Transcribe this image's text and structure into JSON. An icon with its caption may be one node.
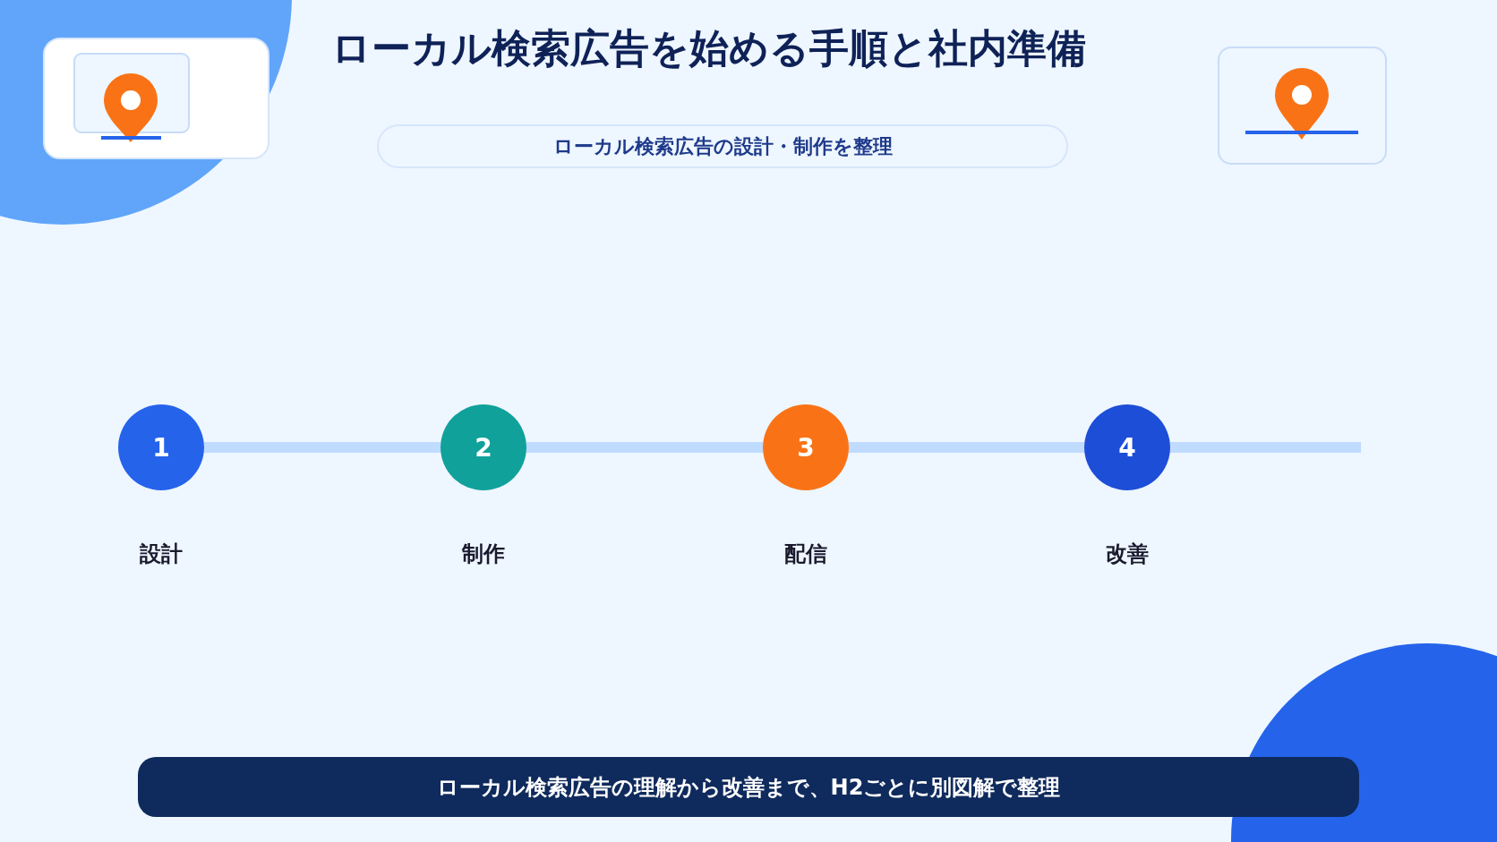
{
  "diagram": {
    "title": "ローカル検索広告を始める手順と社内準備",
    "nodes": [
      {
        "text": [
          "1"
        ],
        "beside": [
          "設計"
        ]
      },
      {
        "text": [
          "2"
        ],
        "beside": [
          "制作"
        ]
      },
      {
        "text": [
          "3"
        ],
        "beside": [
          "配信"
        ]
      },
      {
        "text": [
          "4"
        ],
        "beside": [
          "改善"
        ]
      }
    ],
    "edges": [
      {
        "from": 0,
        "to": 1,
        "arrow": "none"
      },
      {
        "from": 1,
        "to": 2,
        "arrow": "none"
      },
      {
        "from": 2,
        "to": 3,
        "arrow": "none"
      },
      {
        "from": 3,
        "to": null,
        "arrow": "none"
      }
    ],
    "labels": [
      "ローカル検索広告の設計・制作を整理",
      "ローカル検索広告の理解から改善まで、H2ごとに別図解で整理"
    ]
  }
}
